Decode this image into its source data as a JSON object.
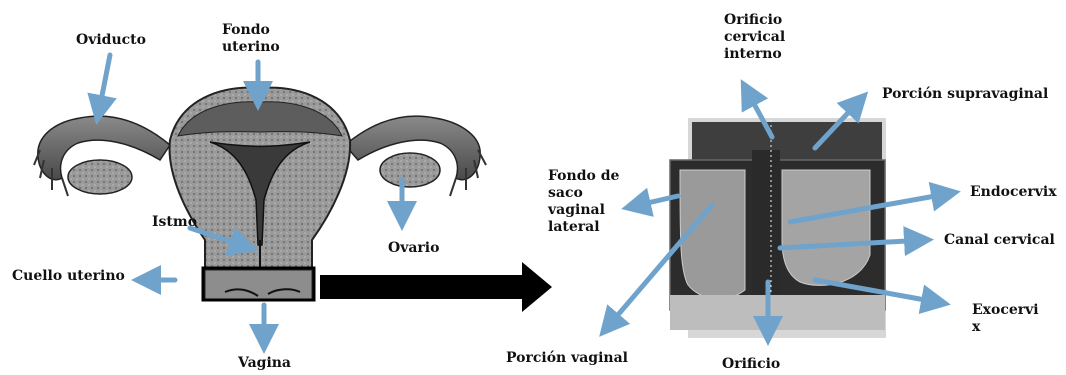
{
  "colors": {
    "arrow": "#6fa3cc",
    "big_arrow": "#000000",
    "text": "#111111"
  },
  "labels": {
    "oviducto": "Oviducto",
    "fondo_uterino": "Fondo uterino",
    "istmo": "Istmo",
    "ovario": "Ovario",
    "cuello_uterino": "Cuello uterino",
    "vagina": "Vagina",
    "orificio_cervical_interno": "Orificio cervical interno",
    "porcion_supravaginal": "Porción supravaginal",
    "fondo_de_saco": "Fondo de saco vaginal lateral",
    "endocervix": "Endocervix",
    "canal_cervical": "Canal cervical",
    "exocervix": "Exocervi x",
    "porcion_vaginal": "Porción vaginal",
    "orificio": "Orificio"
  }
}
